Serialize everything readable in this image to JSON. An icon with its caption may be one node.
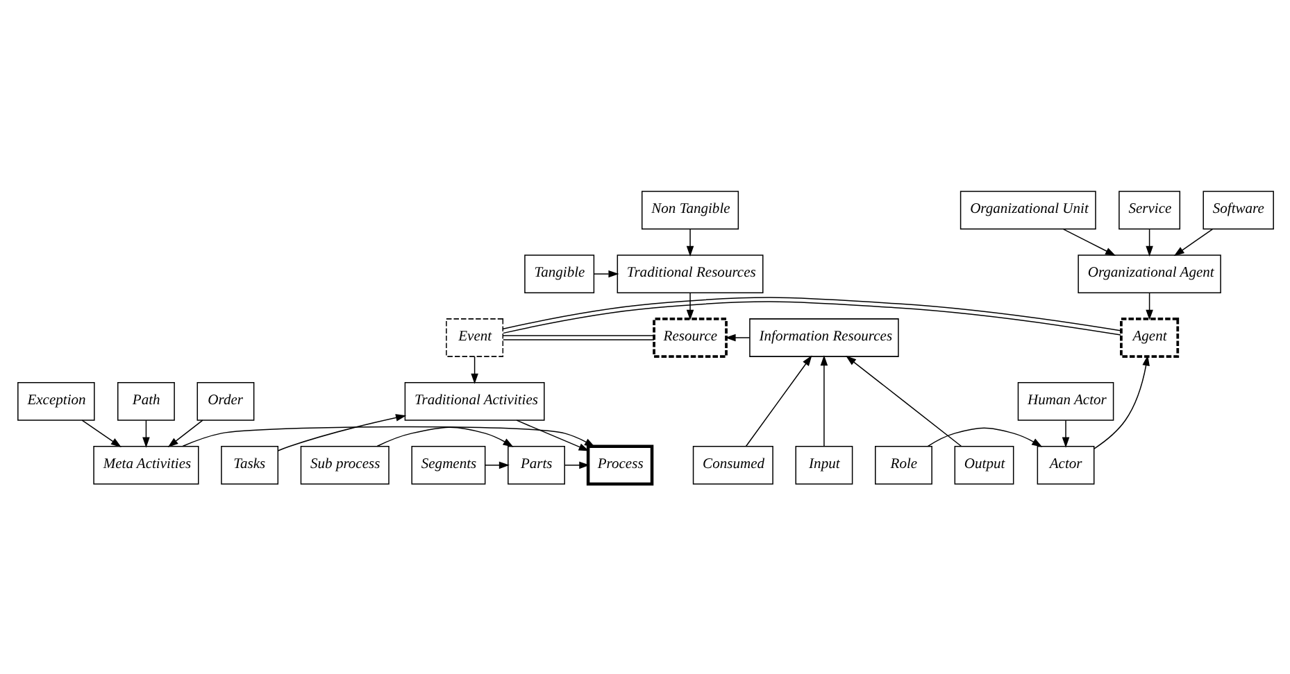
{
  "diagram": {
    "nodes": [
      {
        "text": [
          "Non Tangible"
        ]
      },
      {
        "text": [
          "Traditional Resources"
        ]
      },
      {
        "text": [
          "Tangible"
        ]
      },
      {
        "text": [
          "Organizational Unit"
        ]
      },
      {
        "text": [
          "Service"
        ]
      },
      {
        "text": [
          "Software"
        ]
      },
      {
        "text": [
          "Organizational Agent"
        ]
      },
      {
        "text": [
          "Information Resources"
        ]
      },
      {
        "text": [
          "Resource"
        ]
      },
      {
        "text": [
          "Event"
        ]
      },
      {
        "text": [
          "Agent"
        ]
      },
      {
        "text": [
          "Role"
        ]
      },
      {
        "text": [
          "Tasks"
        ]
      },
      {
        "text": [
          "Actor"
        ]
      },
      {
        "text": [
          "Input"
        ]
      },
      {
        "text": [
          "Output"
        ]
      },
      {
        "text": [
          "Consumed"
        ]
      },
      {
        "text": [
          "Traditional Activities"
        ]
      },
      {
        "text": [
          "Human Actor"
        ]
      },
      {
        "text": [
          "Sub process"
        ]
      },
      {
        "text": [
          "Meta Activities"
        ]
      },
      {
        "text": [
          "Parts"
        ]
      },
      {
        "text": [
          "Process"
        ]
      },
      {
        "text": [
          "Segments"
        ]
      },
      {
        "text": [
          "Path"
        ]
      },
      {
        "text": [
          "Order"
        ]
      },
      {
        "text": [
          "Exception"
        ]
      }
    ],
    "edges": [
      {
        "from": 0,
        "to": 1,
        "arrow": "to"
      },
      {
        "from": 2,
        "to": 1,
        "arrow": "to"
      },
      {
        "from": 1,
        "to": 8,
        "arrow": "to"
      },
      {
        "from": 3,
        "to": 6,
        "arrow": "to"
      },
      {
        "from": 4,
        "to": 6,
        "arrow": "to"
      },
      {
        "from": 5,
        "to": 6,
        "arrow": "to"
      },
      {
        "from": 6,
        "to": 10,
        "arrow": "to"
      },
      {
        "from": 7,
        "to": 8,
        "arrow": "to"
      },
      {
        "from": 8,
        "to": 9,
        "arrow": "none"
      },
      {
        "from": 9,
        "to": 10,
        "arrow": "none"
      },
      {
        "from": 14,
        "to": 7,
        "arrow": "to"
      },
      {
        "from": 15,
        "to": 7,
        "arrow": "to"
      },
      {
        "from": 16,
        "to": 7,
        "arrow": "to"
      },
      {
        "from": 9,
        "to": 17,
        "arrow": "to"
      },
      {
        "from": 12,
        "to": 17,
        "arrow": "to"
      },
      {
        "from": 11,
        "to": 13,
        "arrow": "to"
      },
      {
        "from": 13,
        "to": 10,
        "arrow": "to"
      },
      {
        "from": 18,
        "to": 13,
        "arrow": "to"
      },
      {
        "from": 17,
        "to": 22,
        "arrow": "to"
      },
      {
        "from": 20,
        "to": 22,
        "arrow": "to"
      },
      {
        "from": 19,
        "to": 21,
        "arrow": "to"
      },
      {
        "from": 23,
        "to": 21,
        "arrow": "to"
      },
      {
        "from": 21,
        "to": 22,
        "arrow": "to"
      },
      {
        "from": 24,
        "to": 20,
        "arrow": "to"
      },
      {
        "from": 25,
        "to": 20,
        "arrow": "to"
      },
      {
        "from": 26,
        "to": 20,
        "arrow": "to"
      }
    ]
  }
}
